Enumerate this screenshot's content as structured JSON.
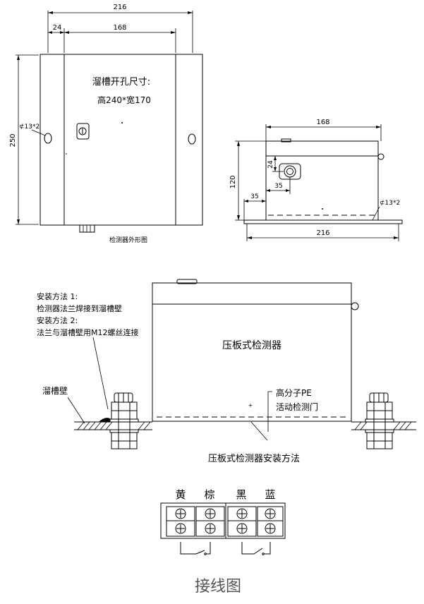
{
  "front_view": {
    "dim_overall_width": "216",
    "dim_flange_offset": "24",
    "dim_body_width": "168",
    "dim_height": "250",
    "cutout_title": "溜槽开孔尺寸:",
    "cutout_size": "高240*宽170",
    "hole_label": "⊄13*2",
    "caption": "检测器外形图"
  },
  "side_view": {
    "dim_body_width": "168",
    "dim_height": "120",
    "dim_vertical_24": "24",
    "dim_left_35": "35",
    "dim_inner_35": "35",
    "hole_label": "⊄13*2",
    "dim_base_width": "216"
  },
  "install": {
    "method1_title": "安装方法 1:",
    "method1_desc": "检测器法兰焊接到溜槽壁",
    "method2_title": "安装方法 2:",
    "method2_desc": "法兰与溜槽壁用M12螺丝连接",
    "chute_wall": "溜槽壁",
    "detector_label": "压板式检测器",
    "pe_door_line1": "高分子PE",
    "pe_door_line2": "活动检测门",
    "caption": "压板式检测器安装方法"
  },
  "wiring": {
    "terminal_labels": [
      "黄",
      "棕",
      "黑",
      "蓝"
    ],
    "caption": "接线图"
  }
}
